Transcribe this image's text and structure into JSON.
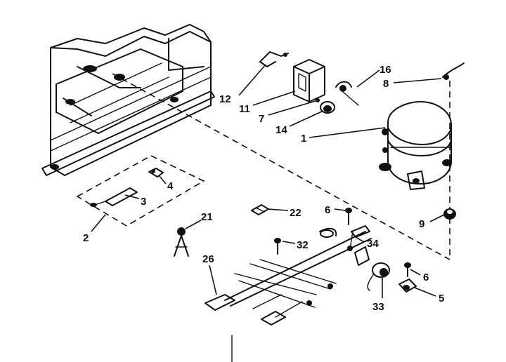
{
  "diagram": {
    "callouts": [
      {
        "id": "c1",
        "label": "1"
      },
      {
        "id": "c2",
        "label": "2"
      },
      {
        "id": "c3",
        "label": "3"
      },
      {
        "id": "c4",
        "label": "4"
      },
      {
        "id": "c5",
        "label": "5"
      },
      {
        "id": "c6a",
        "label": "6"
      },
      {
        "id": "c6b",
        "label": "6"
      },
      {
        "id": "c7",
        "label": "7"
      },
      {
        "id": "c8",
        "label": "8"
      },
      {
        "id": "c9",
        "label": "9"
      },
      {
        "id": "c11",
        "label": "11"
      },
      {
        "id": "c12",
        "label": "12"
      },
      {
        "id": "c14",
        "label": "14"
      },
      {
        "id": "c16",
        "label": "16"
      },
      {
        "id": "c21",
        "label": "21"
      },
      {
        "id": "c22",
        "label": "22"
      },
      {
        "id": "c26",
        "label": "26"
      },
      {
        "id": "c32",
        "label": "32"
      },
      {
        "id": "c33",
        "label": "33"
      },
      {
        "id": "c34",
        "label": "34"
      }
    ]
  }
}
